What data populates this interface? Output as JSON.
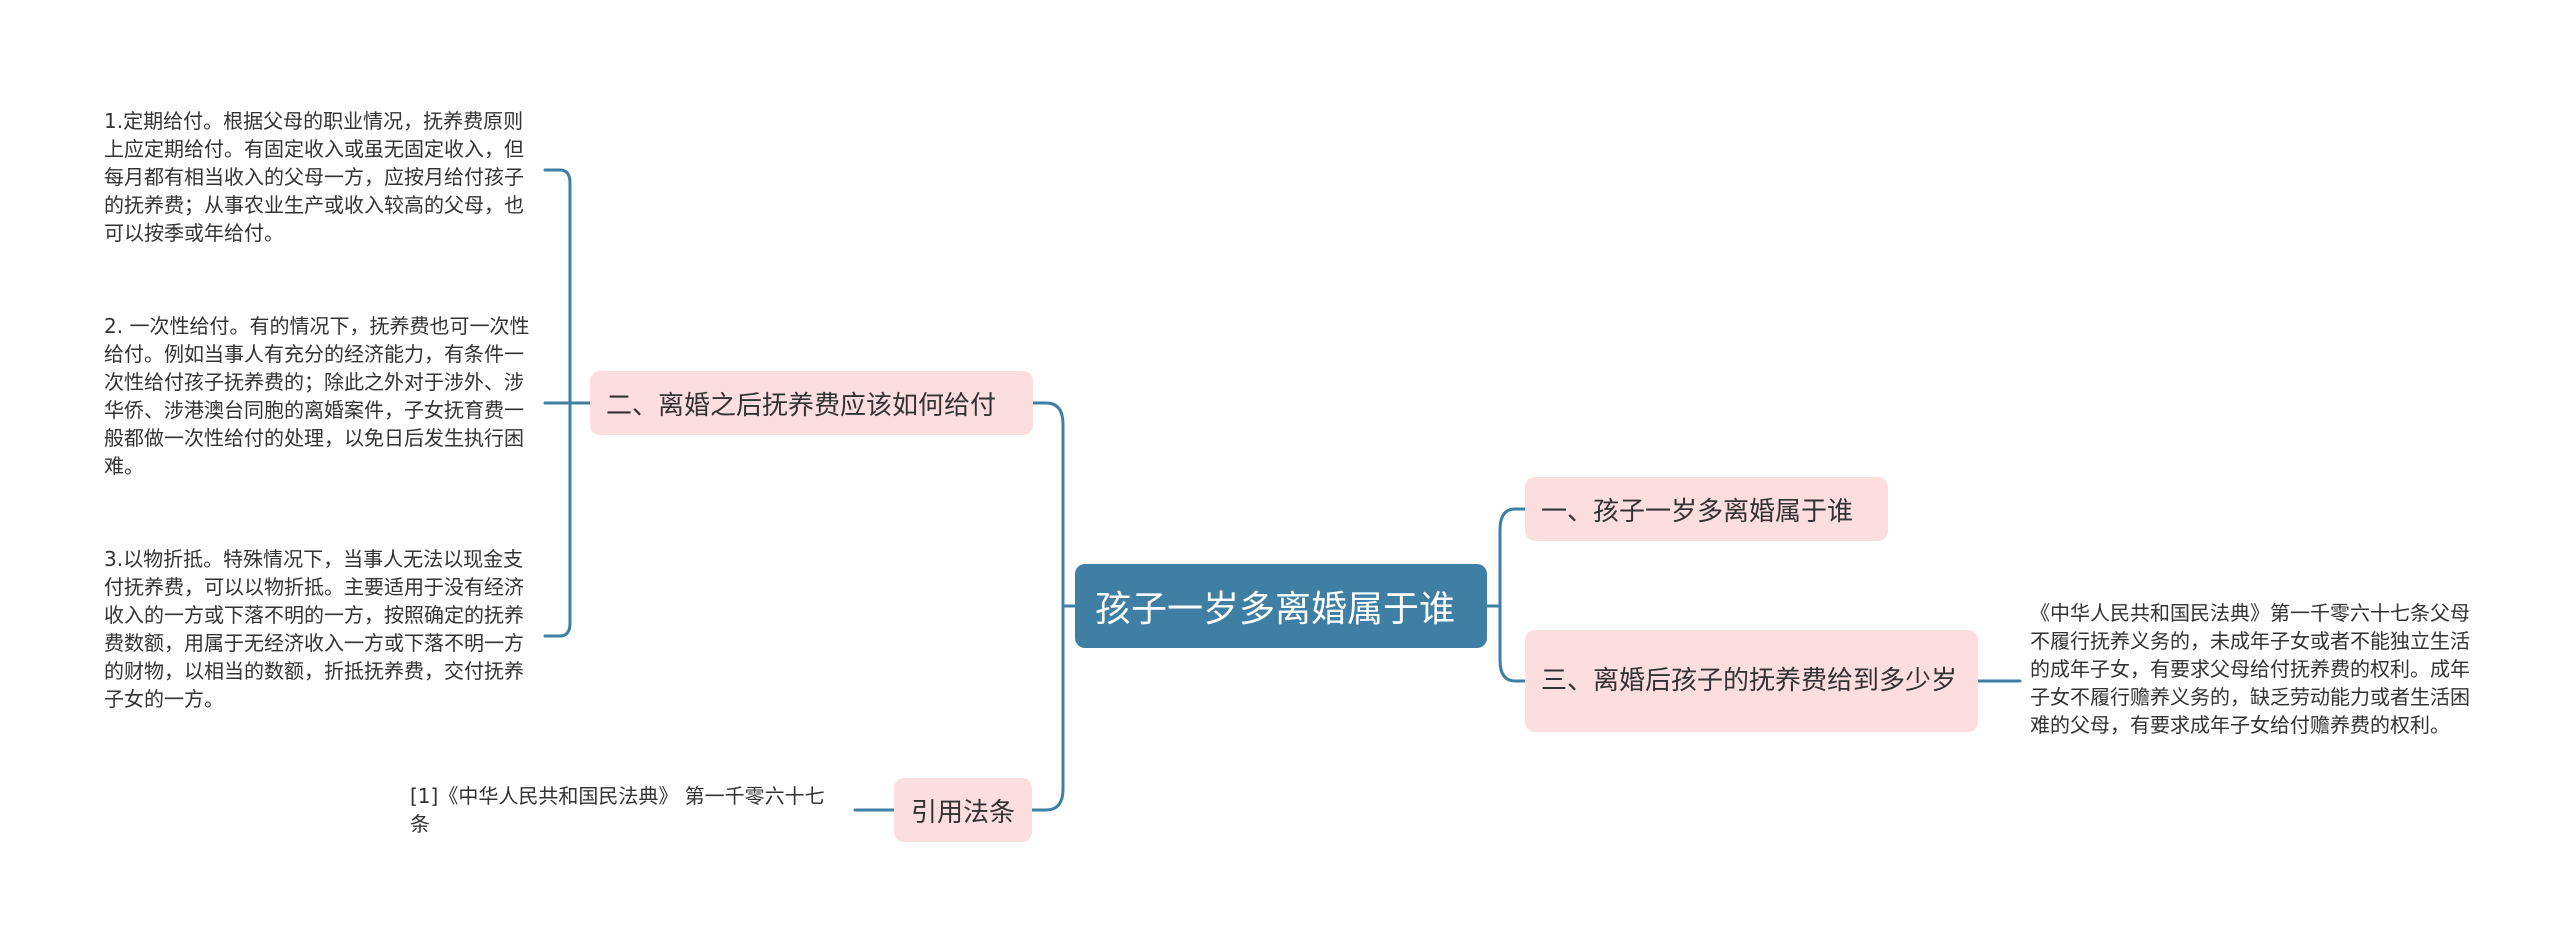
{
  "root": {
    "label": "孩子一岁多离婚属于谁"
  },
  "left": {
    "branch1": {
      "label": "二、离婚之后抚养费应该如何给付",
      "leaves": [
        "1.定期给付。根据父母的职业情况，抚养费原则上应定期给付。有固定收入或虽无固定收入，但每月都有相当收入的父母一方，应按月给付孩子的抚养费；从事农业生产或收入较高的父母，也可以按季或年给付。",
        "2. 一次性给付。有的情况下，抚养费也可一次性给付。例如当事人有充分的经济能力，有条件一次性给付孩子抚养费的；除此之外对于涉外、涉华侨、涉港澳台同胞的离婚案件，子女抚育费一般都做一次性给付的处理，以免日后发生执行困难。",
        "3.以物折抵。特殊情况下，当事人无法以现金支付抚养费，可以以物折抵。主要适用于没有经济收入的一方或下落不明的一方，按照确定的抚养费数额，用属于无经济收入一方或下落不明一方的财物，以相当的数额，折抵抚养费，交付抚养子女的一方。"
      ]
    },
    "branch2": {
      "label": "引用法条",
      "leaf": "[1]《中华人民共和国民法典》 第一千零六十七条"
    }
  },
  "right": {
    "branch1": {
      "label": "一、孩子一岁多离婚属于谁"
    },
    "branch2": {
      "label": "三、离婚后孩子的抚养费给到多少岁",
      "leaf": "《中华人民共和国民法典》第一千零六十七条父母不履行抚养义务的，未成年子女或者不能独立生活的成年子女，有要求父母给付抚养费的权利。成年子女不履行赡养义务的，缺乏劳动能力或者生活困难的父母，有要求成年子女给付赡养费的权利。"
    }
  },
  "colors": {
    "root_fill": "#3f7fa4",
    "branch_fill": "#fbdedd",
    "connector": "#3f7fa4",
    "text": "#333333"
  }
}
